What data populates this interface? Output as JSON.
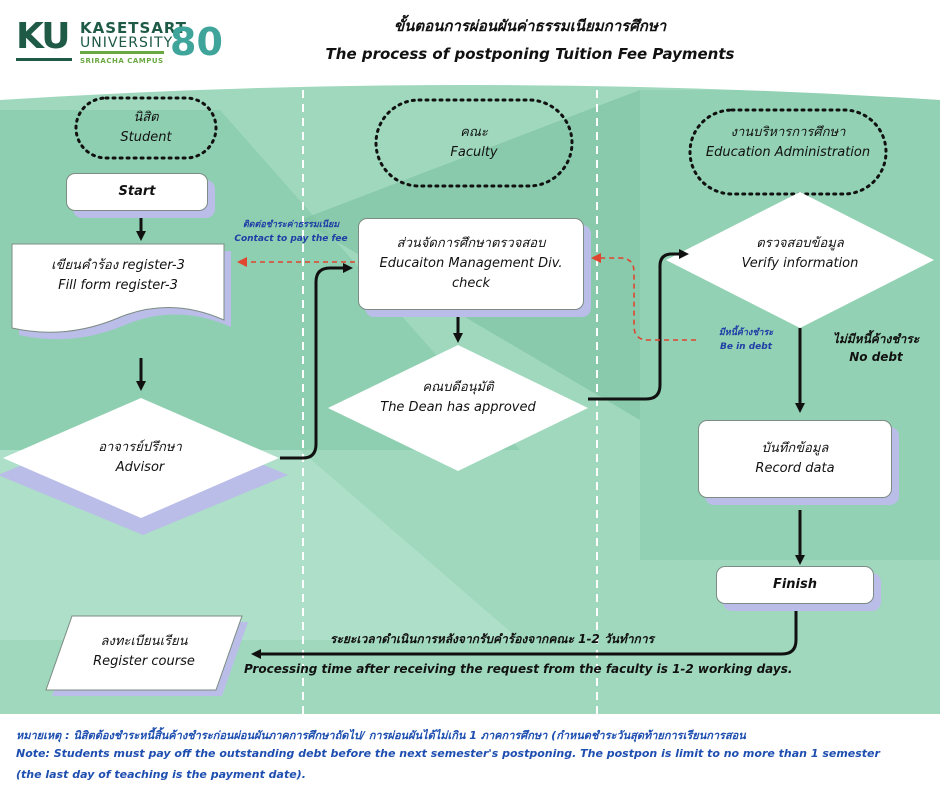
{
  "header": {
    "title_th": "ขั้นตอนการผ่อนผันค่าธรรมเนียมการศึกษา",
    "title_en": "The process of postponing Tuition Fee Payments"
  },
  "logo": {
    "ku": "KU",
    "name_line1": "KASETSART",
    "name_line2": "UNIVERSITY",
    "campus": "SRIRACHA CAMPUS",
    "anniversary": "80"
  },
  "lanes": {
    "student": {
      "th": "นิสิต",
      "en": "Student"
    },
    "faculty": {
      "th": "คณะ",
      "en": "Faculty"
    },
    "education": {
      "th": "งานบริหารการศึกษา",
      "en": "Education Administration"
    }
  },
  "nodes": {
    "start": "Start",
    "fill_form": {
      "th": "เขียนคำร้อง register-3",
      "en": "Fill form register-3"
    },
    "advisor": {
      "th": "อาจารย์ปรึกษา",
      "en": "Advisor"
    },
    "edu_check": {
      "th": "ส่วนจัดการศึกษาตรวจสอบ",
      "en1": "Educaiton Management Div.",
      "en2": "check"
    },
    "dean": {
      "th": "คณบดีอนุมัติ",
      "en": "The Dean  has approved"
    },
    "verify": {
      "th": "ตรวจสอบข้อมูล",
      "en": "Verify information"
    },
    "record": {
      "th": "บันทึกข้อมูล",
      "en": "Record  data"
    },
    "finish": "Finish",
    "register": {
      "th": "ลงทะเบียนเรียน",
      "en": "Register course"
    }
  },
  "labels": {
    "contact_pay": {
      "th": "ติดต่อชำระค่าธรรมเนียม",
      "en": "Contact to pay the fee"
    },
    "in_debt": {
      "th": "มีหนี้ค้างชำระ",
      "en": "Be in debt"
    },
    "no_debt": {
      "th": "ไม่มีหนี้ค้างชำระ",
      "en": "No debt"
    },
    "processing_th": "ระยะเวลาดำเนินการหลังจากรับคำร้องจากคณะ 1-2 วันทำการ",
    "processing_en": "Processing time after receiving the request from the faculty is 1-2 working days."
  },
  "footer": {
    "line1": "หมายเหตุ  :  นิสิตต้องชำระหนี้สิ้นค้างชำระก่อนผ่อนผันภาคการศึกษาถัดไป/  การผ่อนผันได้ไม่เกิน 1 ภาคการศึกษา  (กำหนดชำระวันสุดท้ายการเรียนการสอน",
    "line2": "Note: Students must pay off the outstanding debt before the next semester's postponing. The postpon is limit to no more than 1 semester",
    "line3": " (the last day of teaching is the payment date)."
  },
  "colors": {
    "background": "#9fd8bd",
    "shadow": "#b9bde8",
    "dashed_arrow": "#e0452f",
    "note_text": "#1e4fb0",
    "brand": "#1e5a46"
  }
}
